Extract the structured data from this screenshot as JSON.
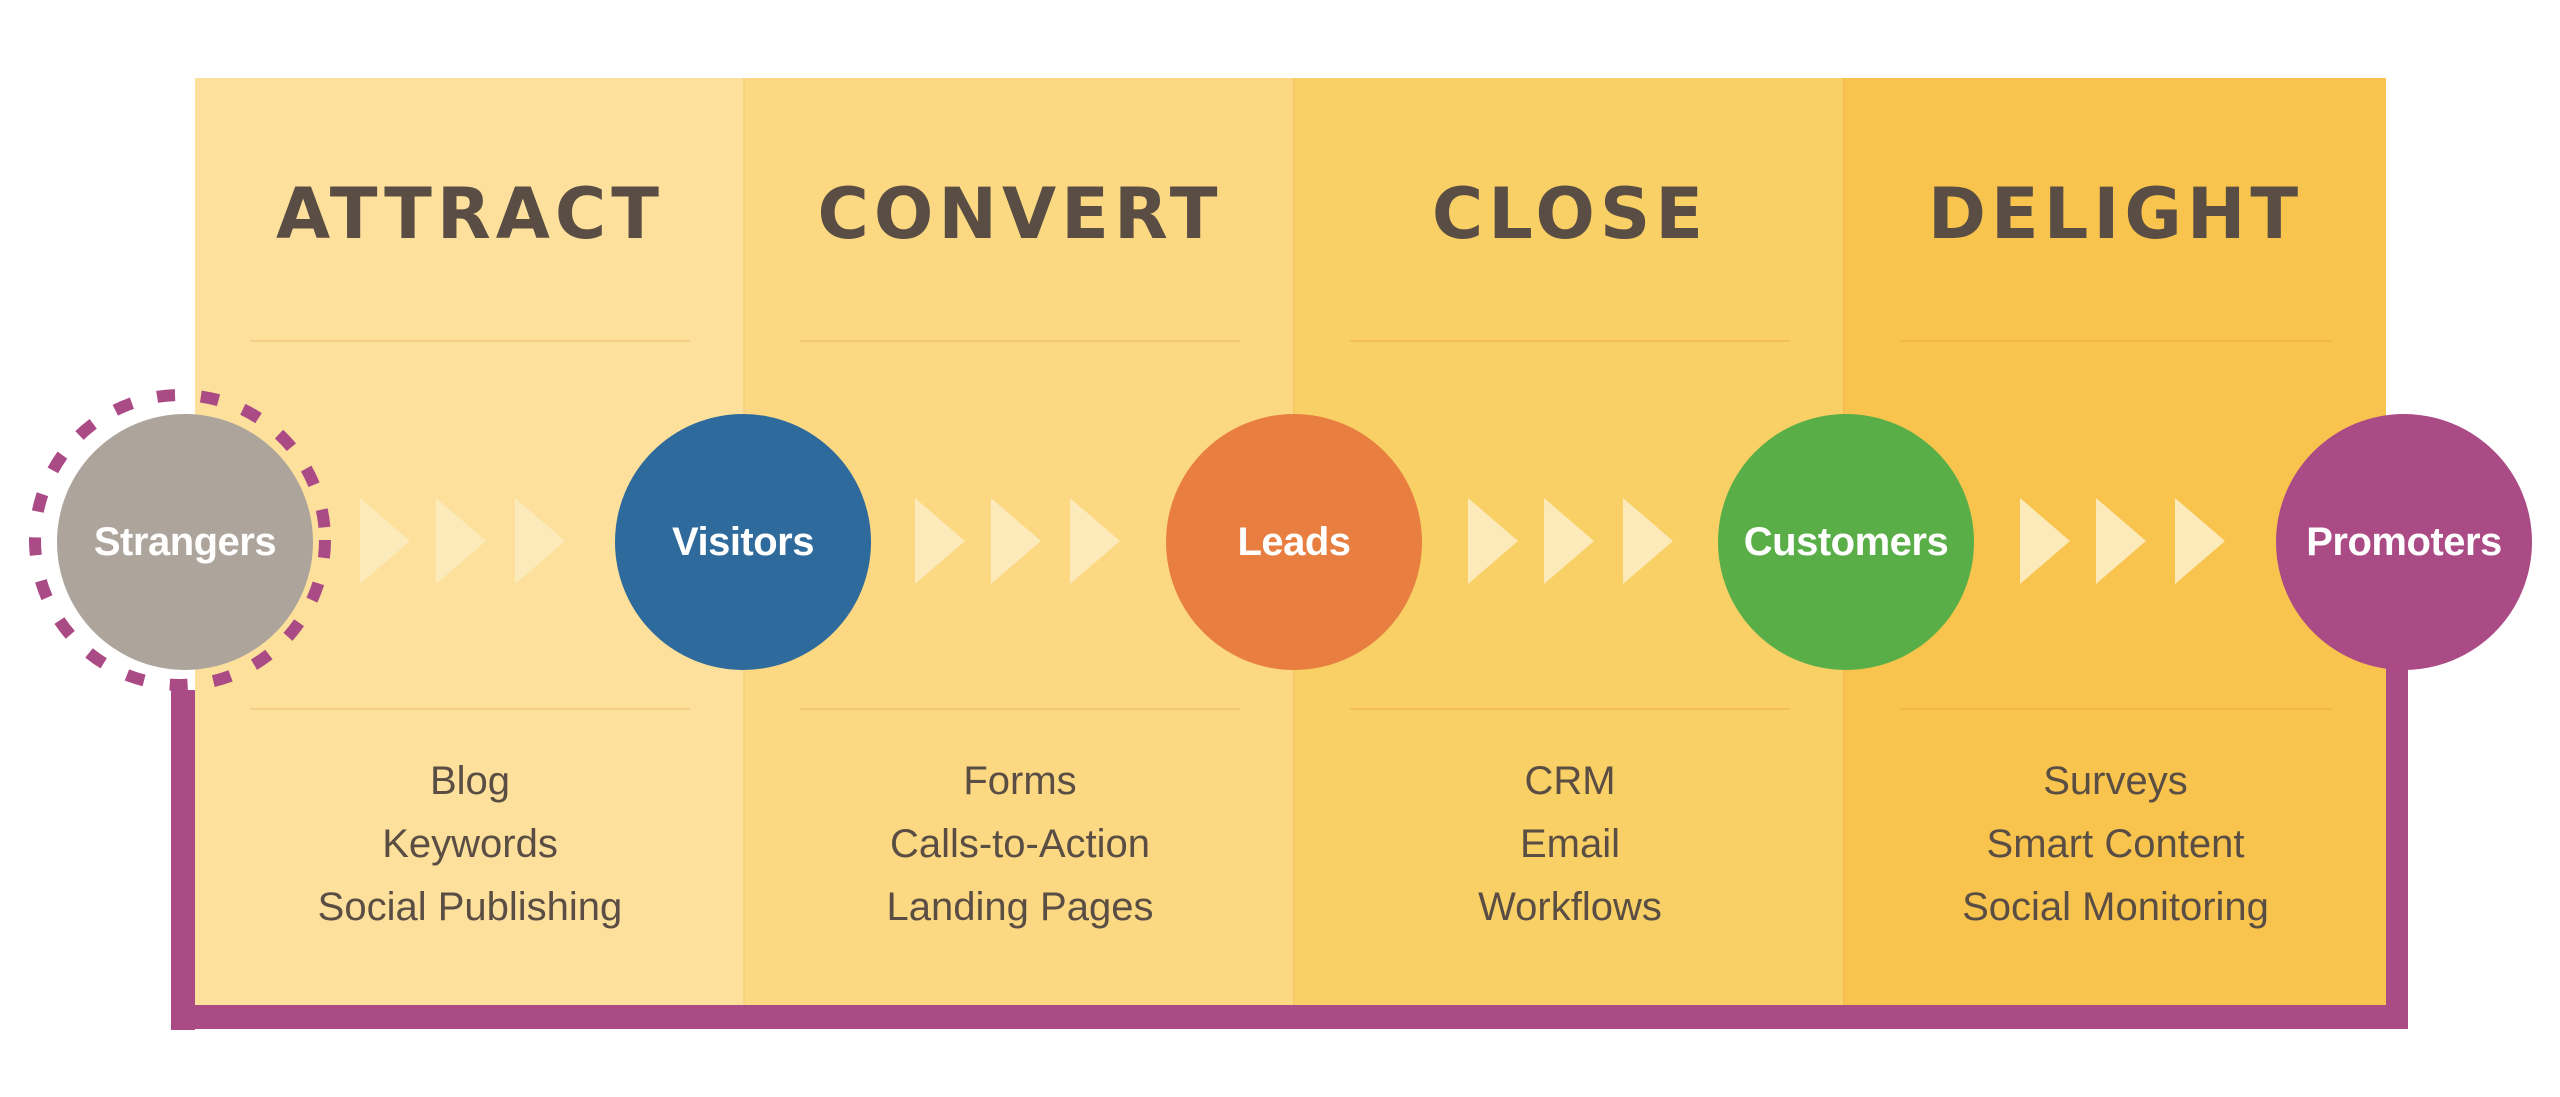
{
  "colors": {
    "title_text": "#5a4e44",
    "body_text": "#5a4e44",
    "loop": "#ab4b86",
    "chevron": "#fdeaba"
  },
  "stages": [
    {
      "title": "ATTRACT",
      "tools": [
        "Blog",
        "Keywords",
        "Social Publishing"
      ],
      "background": "#fce09c",
      "rule_color": "#f5cf86",
      "divider_color": "#f6d283"
    },
    {
      "title": "CONVERT",
      "tools": [
        "Forms",
        "Calls-to-Action",
        "Landing Pages"
      ],
      "background": "#fbd881",
      "rule_color": "#f4c870",
      "divider_color": "#f6c667"
    },
    {
      "title": "CLOSE",
      "tools": [
        "CRM",
        "Email",
        "Workflows"
      ],
      "background": "#f9d065",
      "rule_color": "#f4be5a",
      "divider_color": "#f4bc51"
    },
    {
      "title": "DELIGHT",
      "tools": [
        "Surveys",
        "Smart Content",
        "Social Monitoring"
      ],
      "background": "#f8c44e",
      "rule_color": "#f2b348",
      "divider_color": "#f8c44e"
    }
  ],
  "nodes": [
    {
      "label": "Strangers",
      "color": "#ada59c"
    },
    {
      "label": "Visitors",
      "color": "#2e6a9b"
    },
    {
      "label": "Leads",
      "color": "#e87f41"
    },
    {
      "label": "Customers",
      "color": "#5aae48"
    },
    {
      "label": "Promoters",
      "color": "#ab4b86"
    }
  ]
}
